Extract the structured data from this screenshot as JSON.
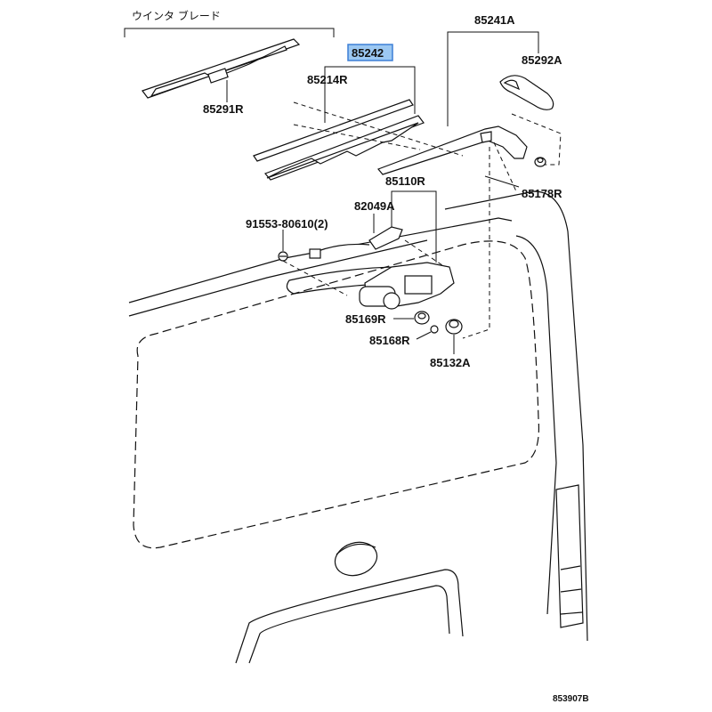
{
  "diagram": {
    "group_label": "ウインタ ブレード",
    "highlight_color": "#9cc8f2",
    "figure_ref": "853907B",
    "parts": {
      "blade_assy": "85242",
      "blade_85291r": "85291R",
      "blade_rubber": "85214R",
      "arm": "85241A",
      "arm_cover": "85292A",
      "cap": "85178R",
      "motor": "85110R",
      "connector": "82049A",
      "bolt": "91553-80610(2)",
      "grommet_85169r": "85169R",
      "nut": "85168R",
      "pivot_cap": "85132A"
    }
  }
}
